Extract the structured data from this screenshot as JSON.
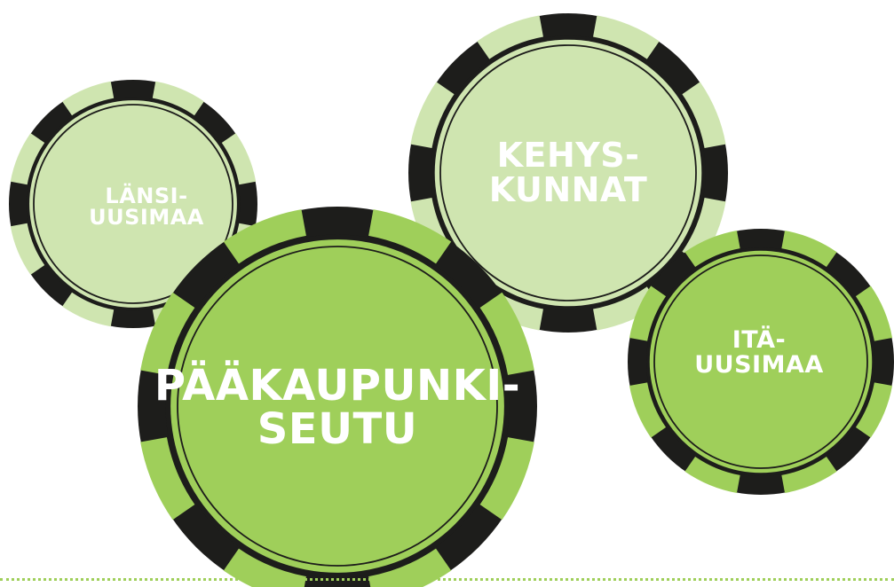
{
  "chips": [
    {
      "id": "lansi",
      "label_lines": [
        "LÄNSI-",
        "UUSIMAA"
      ],
      "fill": "#cfe5b0",
      "rim_light": "#cfe5b0",
      "rim_dark": "#1d1d1b"
    },
    {
      "id": "kehys",
      "label_lines": [
        "KEHYS-",
        "KUNNAT"
      ],
      "fill": "#cfe5b0",
      "rim_light": "#cfe5b0",
      "rim_dark": "#1d1d1b"
    },
    {
      "id": "ita",
      "label_lines": [
        "ITÄ-",
        "UUSIMAA"
      ],
      "fill": "#9fcf5a",
      "rim_light": "#9fcf5a",
      "rim_dark": "#1d1d1b"
    },
    {
      "id": "paakau",
      "label_lines": [
        "PÄÄKAUPUNKI-",
        "SEUTU"
      ],
      "fill": "#9fcf5a",
      "rim_light": "#9fcf5a",
      "rim_dark": "#1d1d1b"
    }
  ],
  "colors": {
    "background": "#ffffff",
    "label_text": "#ffffff",
    "inner_ring": "#1d1d1b",
    "dotted_line": "#9fcf5a"
  }
}
